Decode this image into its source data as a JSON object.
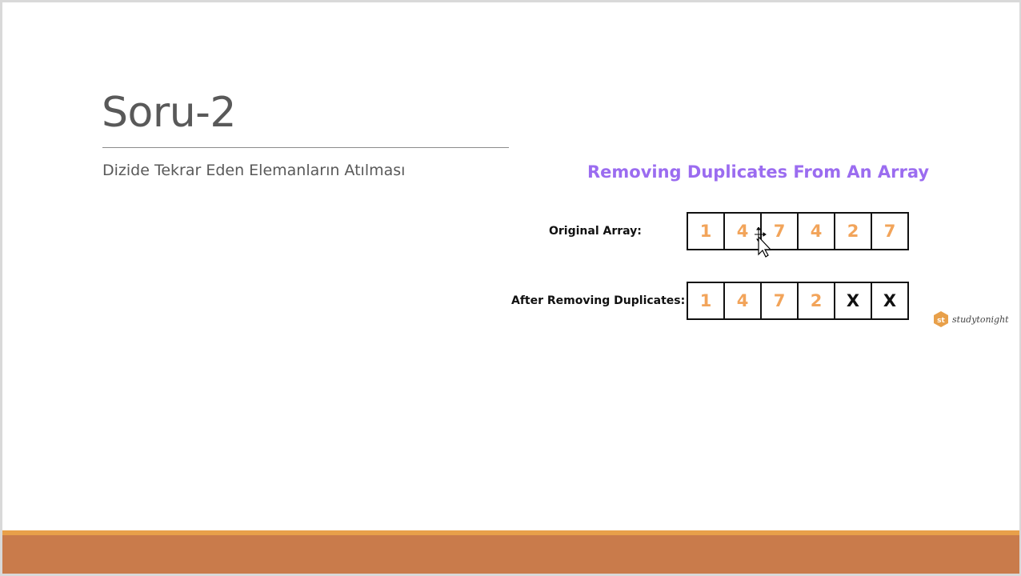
{
  "slide": {
    "title": "Soru-2",
    "subtitle": "Dizide Tekrar Eden Elemanların Atılması"
  },
  "diagram": {
    "heading": "Removing Duplicates From An Array",
    "original_label": "Original Array:",
    "after_label": "After Removing Duplicates:",
    "original_values": [
      "1",
      "4",
      "7",
      "4",
      "2",
      "7"
    ],
    "after_values": [
      "1",
      "4",
      "7",
      "2",
      "X",
      "X"
    ],
    "logo_text": "studytonight"
  },
  "colors": {
    "heading": "#9b6cf0",
    "value": "#f2a45a",
    "bottom_bar": "#c97b4b"
  },
  "icons": {
    "cursor": "move-cursor-icon",
    "logo": "studytonight-logo-icon"
  }
}
